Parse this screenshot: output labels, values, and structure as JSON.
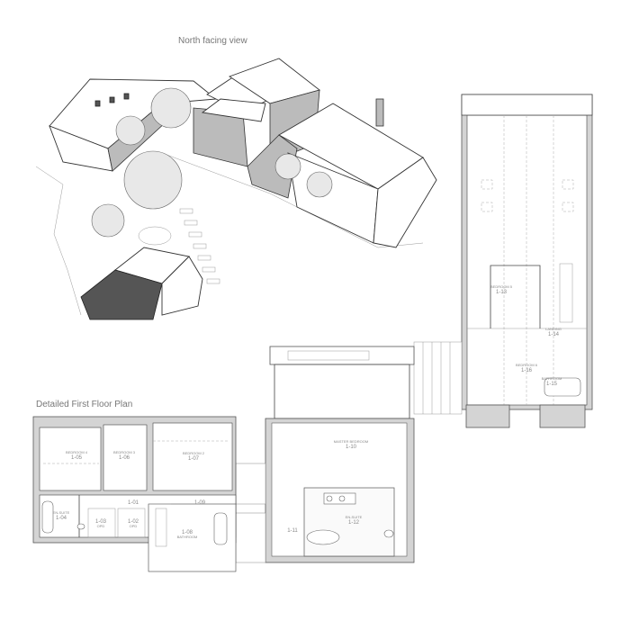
{
  "perspective": {
    "title": "North facing view"
  },
  "first_floor_plan": {
    "title": "Detailed First Floor Plan",
    "rooms": [
      {
        "name": "BEDROOM 4",
        "code": "1-05"
      },
      {
        "name": "BEDROOM 3",
        "code": "1-06"
      },
      {
        "name": "BEDROOM 2",
        "code": "1-07"
      },
      {
        "name": "",
        "code": "1-01"
      },
      {
        "name": "",
        "code": "1-09"
      },
      {
        "name": "EN-SUITE",
        "code": "1-04"
      },
      {
        "name": "OPD",
        "code": "1-03"
      },
      {
        "name": "OPD",
        "code": "1-02"
      },
      {
        "name": "BATHROOM",
        "code": "1-08"
      },
      {
        "name": "MASTER BEDROOM",
        "code": "1-10"
      },
      {
        "name": "EN-SUITE",
        "code": "1-12"
      },
      {
        "name": "",
        "code": "1-11"
      },
      {
        "name": "BEDROOM 5",
        "code": "1-13"
      },
      {
        "name": "LANDING",
        "code": "1-14"
      },
      {
        "name": "BEDROOM 6",
        "code": "1-16"
      },
      {
        "name": "BATHROOM",
        "code": "1-15"
      }
    ]
  }
}
